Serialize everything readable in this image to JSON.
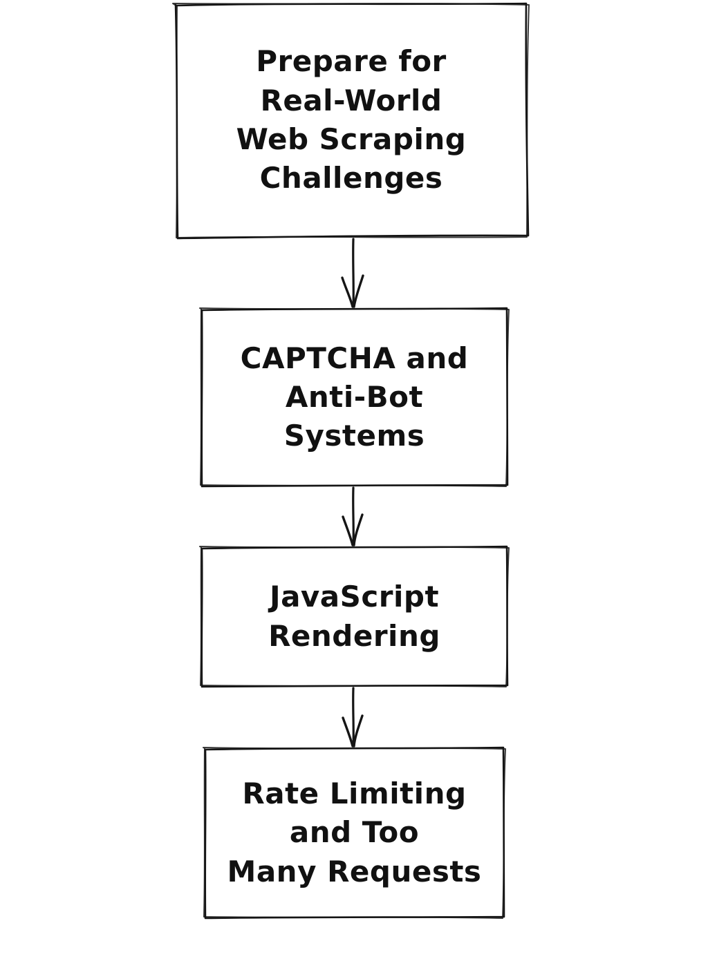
{
  "diagram": {
    "type": "flowchart",
    "style": "hand-drawn-sketch",
    "background_color": "#ffffff",
    "stroke_color": "#151515",
    "text_color": "#111111",
    "direction": "top-to-bottom",
    "nodes": [
      {
        "id": "prepare",
        "shape": "rectangle",
        "label": "Prepare for\nReal-World\nWeb Scraping\nChallenges"
      },
      {
        "id": "captcha",
        "shape": "rectangle",
        "label": "CAPTCHA and\nAnti-Bot\nSystems"
      },
      {
        "id": "js-rendering",
        "shape": "rectangle",
        "label": "JavaScript\nRendering"
      },
      {
        "id": "rate-limiting",
        "shape": "rectangle",
        "label": "Rate Limiting\nand Too\nMany Requests"
      }
    ],
    "edges": [
      {
        "from": "prepare",
        "to": "captcha",
        "arrow": "down"
      },
      {
        "from": "captcha",
        "to": "js-rendering",
        "arrow": "down"
      },
      {
        "from": "js-rendering",
        "to": "rate-limiting",
        "arrow": "down"
      }
    ]
  }
}
